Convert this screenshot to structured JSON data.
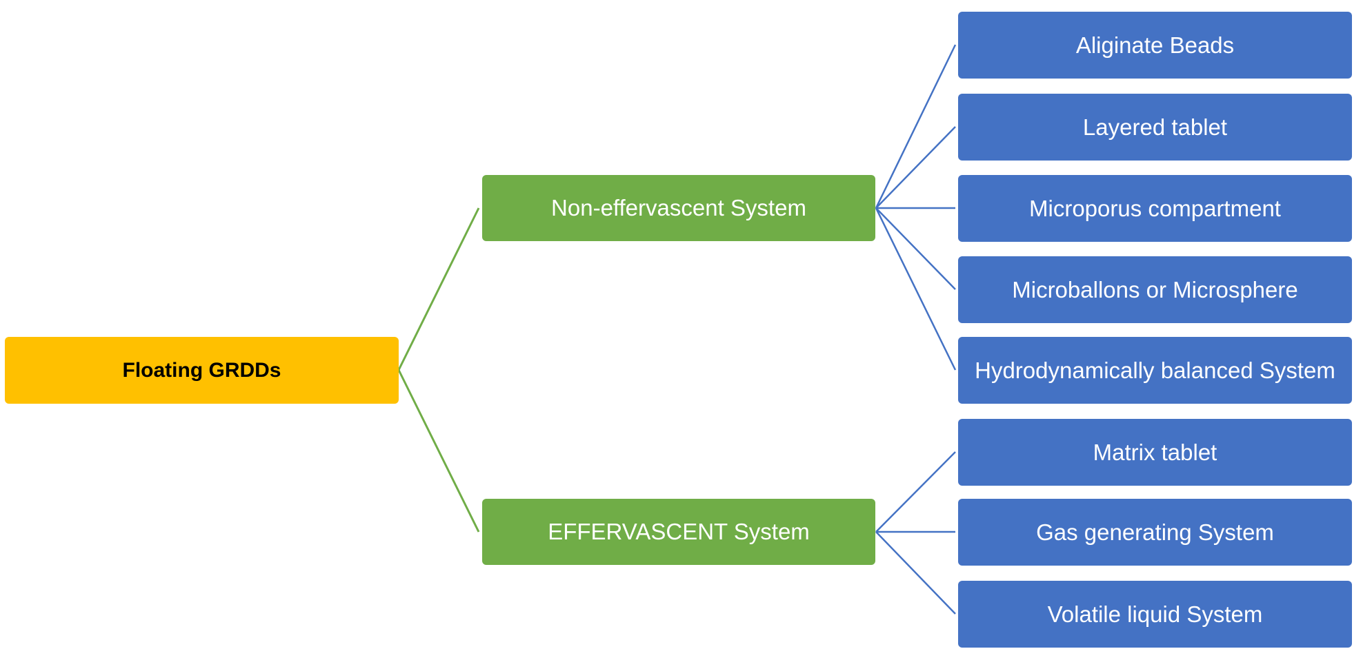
{
  "root": {
    "label": "Floating GRDDs"
  },
  "branches": [
    {
      "label": "Non-effervascent System",
      "children": [
        "Aliginate Beads",
        "Layered tablet",
        "Microporus compartment",
        "Microballons or Microsphere",
        "Hydrodynamically balanced System"
      ]
    },
    {
      "label": "EFFERVASCENT  System",
      "children": [
        "Matrix tablet",
        "Gas generating System",
        "Volatile liquid System"
      ]
    }
  ],
  "colors": {
    "root": "#ffc000",
    "branch": "#70ad47",
    "leaf": "#4472c4",
    "root_connector": "#70ad47",
    "leaf_connector": "#4472c4"
  }
}
